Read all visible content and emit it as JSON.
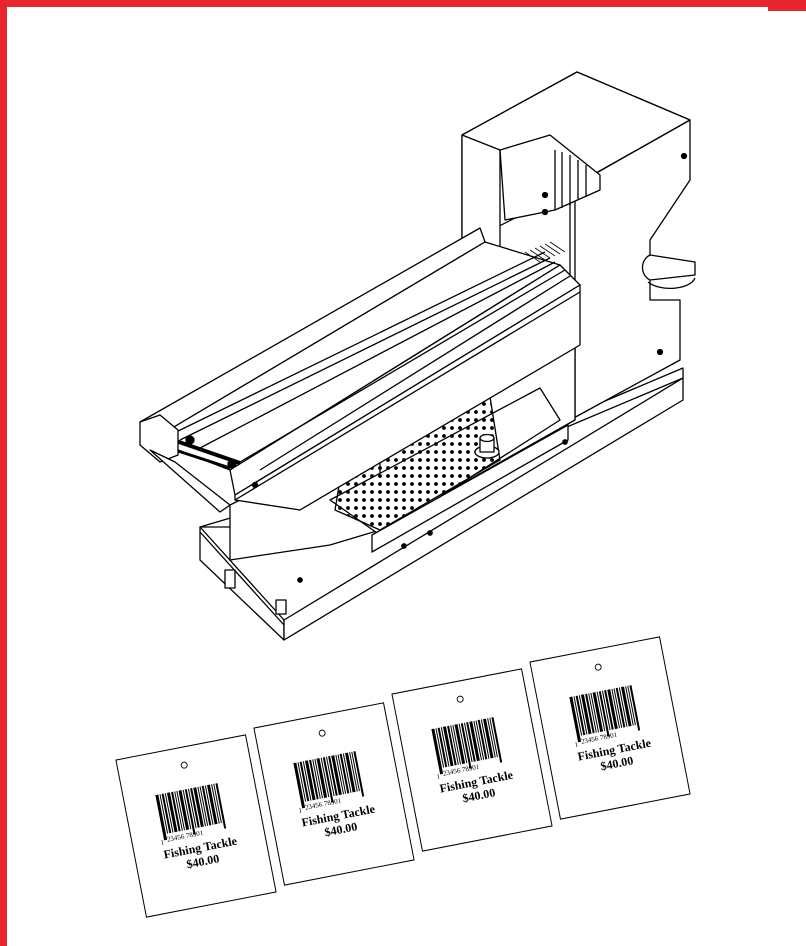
{
  "colors": {
    "frame": "#e8242f",
    "line": "#000000",
    "paper": "#ffffff"
  },
  "illustration": {
    "subject": "barcode tag dispenser machine",
    "tags": [
      {
        "barcode_left": "1",
        "barcode_digits": "23456  78901",
        "product": "Fishing Tackle",
        "price": "$40.00"
      },
      {
        "barcode_left": "1",
        "barcode_digits": "23456  78901",
        "product": "Fishing Tackle",
        "price": "$40.00"
      },
      {
        "barcode_left": "1",
        "barcode_digits": "23456  78901",
        "product": "Fishing Tackle",
        "price": "$40.00"
      },
      {
        "barcode_left": "1",
        "barcode_digits": "23456  78901",
        "product": "Fishing Tackle",
        "price": "$40.00"
      }
    ]
  }
}
